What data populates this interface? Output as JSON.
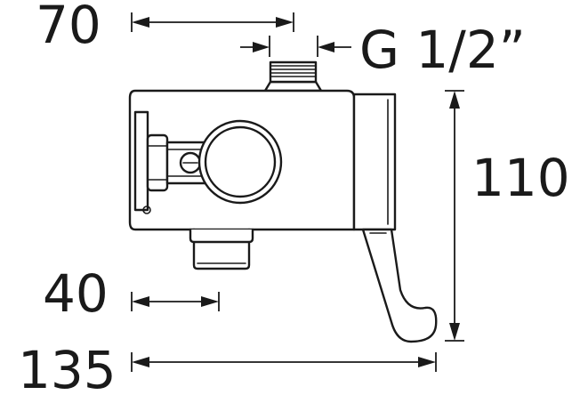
{
  "dimensions": {
    "width_top": "70",
    "thread": "G 1/2”",
    "height": "110",
    "outlet_offset": "40",
    "overall_width": "135"
  },
  "colors": {
    "line": "#1a1a1a",
    "background": "#ffffff"
  }
}
